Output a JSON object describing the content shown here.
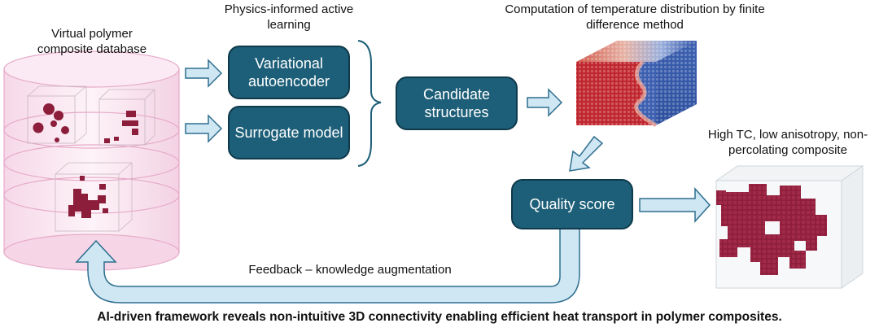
{
  "labels": {
    "database": "Virtual polymer composite database",
    "learning": "Physics-informed active learning",
    "computation": "Computation of temperature distribution by finite difference method",
    "result": "High TC, low anisotropy, non-percolating composite",
    "feedback": "Feedback – knowledge augmentation"
  },
  "boxes": {
    "vae": "Variational autoencoder",
    "surrogate": "Surrogate model",
    "candidate": "Candidate structures",
    "quality": "Quality score"
  },
  "caption": "AI-driven framework reveals non-intuitive 3D connectivity enabling efficient heat transport in polymer composites.",
  "colors": {
    "box_fill": "#1d5f78",
    "arrow_fill": "#cfe6f3",
    "arrow_stroke": "#2f6f8f",
    "cylinder": "#f2c6dd",
    "particles": "#8c1d3b",
    "hot": "#c0262d",
    "cold": "#2f52a8"
  }
}
